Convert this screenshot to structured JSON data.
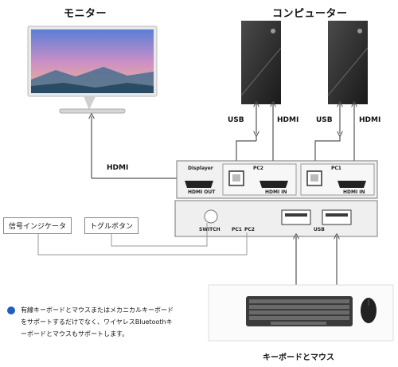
{
  "titles": {
    "monitor": "モニター",
    "computers": "コンピューター",
    "peripherals": "キーボードとマウス"
  },
  "cable_labels": {
    "monitor_hdmi": "HDMI",
    "pc2_usb": "USB",
    "pc2_hdmi": "HDMI",
    "pc1_usb": "USB",
    "pc1_hdmi": "HDMI"
  },
  "switch_panel": {
    "displayer": "Displayer",
    "hdmi_out": "HDMI OUT",
    "pc2": "PC2",
    "pc2_hdmi_in": "HDMI IN",
    "pc1": "PC1",
    "pc1_hdmi_in": "HDMI IN",
    "switch_label": "SWITCH",
    "led_pc1": "PC1",
    "led_pc2": "PC2",
    "usb": "USB"
  },
  "callouts": {
    "signal_indicator": "信号インジケータ",
    "toggle_button": "トグルボタン"
  },
  "note": {
    "line1": "有線キーボードとマウスまたはメカニカルキーボード",
    "line2": "をサポートするだけでなく、ワイヤレスBluetoothキ",
    "line3": "ーボードとマウスもサポートします。",
    "bullet_color": "#1f5fbf"
  }
}
